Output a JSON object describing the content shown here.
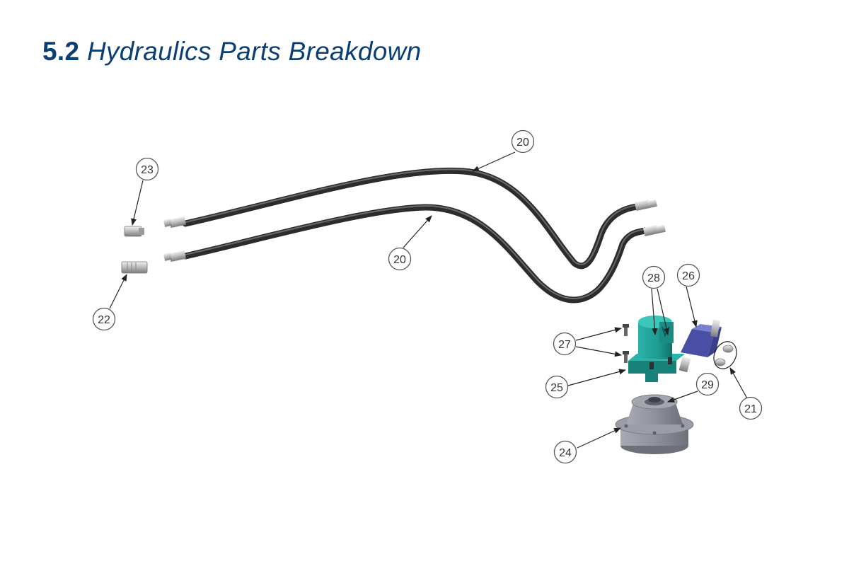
{
  "title": {
    "number": "5.2",
    "text": "Hydraulics Parts Breakdown"
  },
  "colors": {
    "title": "#0b3f73",
    "hose": "#3a3a3a",
    "motor": "#1e9a91",
    "valve": "#5a5fb8",
    "base": "#8f929c",
    "fitting": "#c8c8c8"
  },
  "callouts": {
    "c20a": "20",
    "c20b": "20",
    "c21": "21",
    "c22": "22",
    "c23": "23",
    "c24": "24",
    "c25": "25",
    "c26": "26",
    "c27": "27",
    "c28": "28",
    "c29": "29"
  }
}
